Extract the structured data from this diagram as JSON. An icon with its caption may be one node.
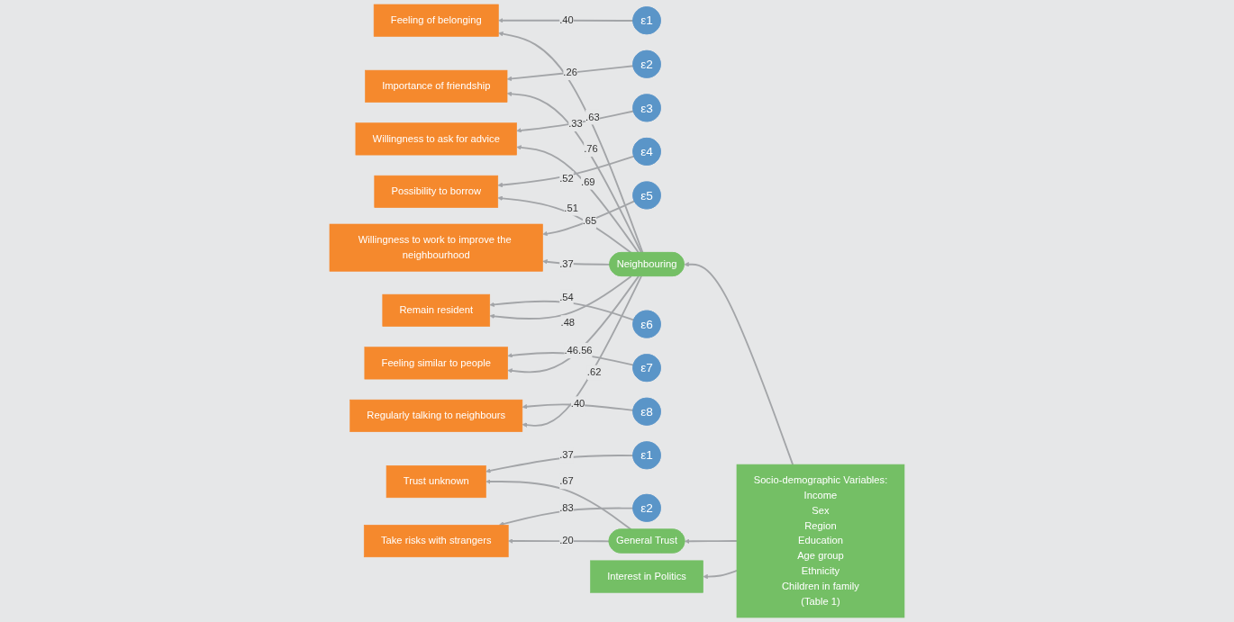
{
  "diagram": {
    "nodes": [
      {
        "text": [
          "ε1"
        ]
      },
      {
        "text": [
          "ε2"
        ]
      },
      {
        "text": [
          "ε3"
        ]
      },
      {
        "text": [
          "ε4"
        ]
      },
      {
        "text": [
          "ε5"
        ]
      },
      {
        "text": [
          "ε6"
        ]
      },
      {
        "text": [
          "ε7"
        ]
      },
      {
        "text": [
          "ε8"
        ]
      },
      {
        "text": [
          "ε1"
        ]
      },
      {
        "text": [
          "ε2"
        ]
      },
      {
        "text": [
          "Feeling of belonging"
        ]
      },
      {
        "text": [
          "Importance of friendship"
        ]
      },
      {
        "text": [
          "Willingness to ask for advice"
        ]
      },
      {
        "text": [
          "Possibility to borrow"
        ]
      },
      {
        "text": [
          "Willingness to work to improve the neighbourhood"
        ]
      },
      {
        "text": [
          "Remain resident"
        ]
      },
      {
        "text": [
          "Feeling similar to people"
        ]
      },
      {
        "text": [
          "Regularly talking to neighbours"
        ]
      },
      {
        "text": [
          "Trust unknown"
        ]
      },
      {
        "text": [
          "Take risks with strangers"
        ]
      },
      {
        "text": [
          "Neighbouring"
        ]
      },
      {
        "text": [
          "General Trust"
        ]
      },
      {
        "text": [
          "Interest in Politics"
        ]
      },
      {
        "text": [
          "Socio-demographic Variables:",
          "Income",
          "Sex",
          "Region",
          "Education",
          "Age group",
          "Ethnicity",
          "Children in family",
          "(Table 1)"
        ]
      }
    ],
    "edges": [
      {
        "from": 0,
        "to": 10,
        "arrow": "to",
        "label": ".40"
      },
      {
        "from": 1,
        "to": 11,
        "arrow": "to",
        "label": ".26"
      },
      {
        "from": 2,
        "to": 12,
        "arrow": "to",
        "label": ".33"
      },
      {
        "from": 3,
        "to": 13,
        "arrow": "to",
        "label": ".52"
      },
      {
        "from": 4,
        "to": 14,
        "arrow": "to",
        "label": ".65"
      },
      {
        "from": 5,
        "to": 15,
        "arrow": "to",
        "label": ".54"
      },
      {
        "from": 6,
        "to": 16,
        "arrow": "to",
        "label": ".46"
      },
      {
        "from": 7,
        "to": 17,
        "arrow": "to",
        "label": ".40"
      },
      {
        "from": 8,
        "to": 18,
        "arrow": "to",
        "label": ".37"
      },
      {
        "from": 9,
        "to": 19,
        "arrow": "to",
        "label": ".83"
      },
      {
        "from": 20,
        "to": 10,
        "arrow": "to",
        "label": ".63"
      },
      {
        "from": 20,
        "to": 11,
        "arrow": "to",
        "label": ".76"
      },
      {
        "from": 20,
        "to": 12,
        "arrow": "to",
        "label": ".69"
      },
      {
        "from": 20,
        "to": 13,
        "arrow": "to",
        "label": ".51"
      },
      {
        "from": 20,
        "to": 14,
        "arrow": "to",
        "label": ".37"
      },
      {
        "from": 20,
        "to": 15,
        "arrow": "to",
        "label": ".48"
      },
      {
        "from": 20,
        "to": 16,
        "arrow": "to",
        "label": ".56"
      },
      {
        "from": 20,
        "to": 17,
        "arrow": "to",
        "label": ".62"
      },
      {
        "from": 21,
        "to": 18,
        "arrow": "to",
        "label": ".67"
      },
      {
        "from": 21,
        "to": 19,
        "arrow": "to",
        "label": ".20"
      },
      {
        "from": 23,
        "to": 20,
        "arrow": "to"
      },
      {
        "from": 23,
        "to": 21,
        "arrow": "to"
      },
      {
        "from": 23,
        "to": 22,
        "arrow": "to"
      }
    ]
  }
}
